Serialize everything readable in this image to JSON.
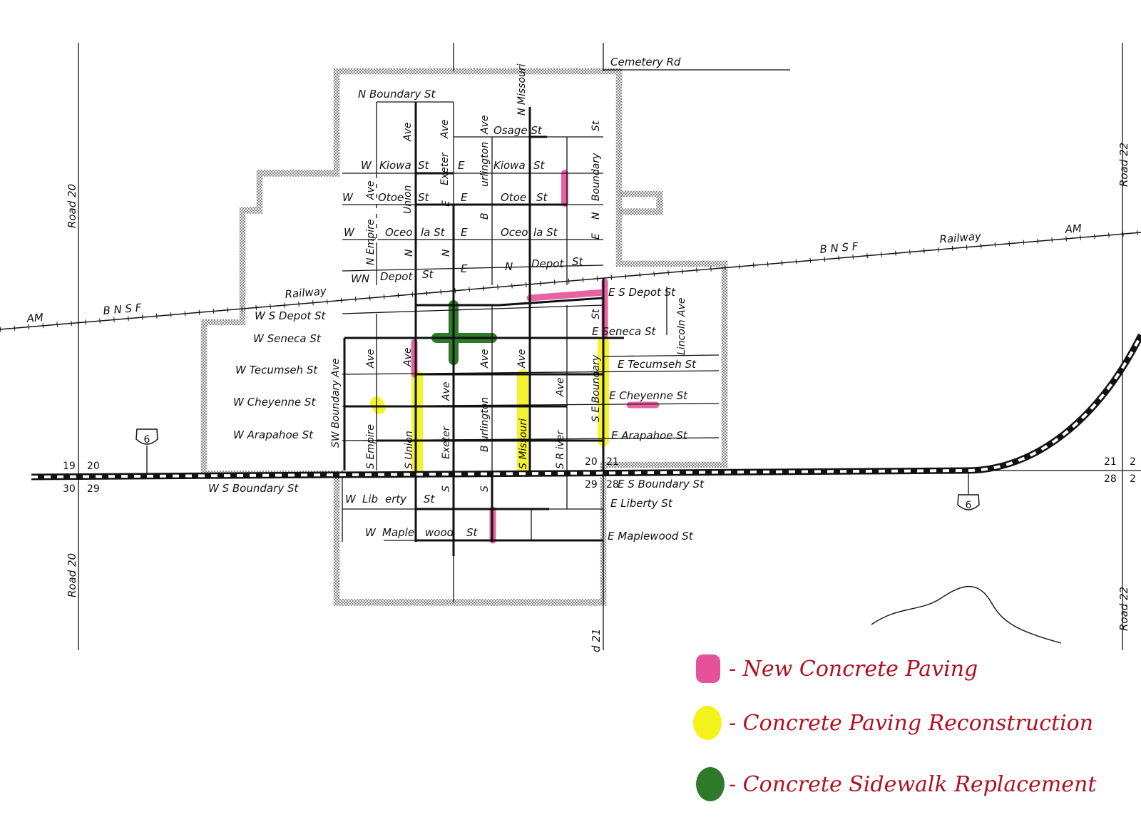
{
  "streets": {
    "cemetery": "Cemetery Rd",
    "n_boundary": "N  Boundary  St",
    "osage": "Osage  St",
    "w_kiowa_w": "W",
    "kiowa_1": "Kiowa",
    "kiowa_st1": "St",
    "kiowa_e": "E",
    "kiowa_2": "Kiowa",
    "kiowa_st2": "St",
    "otoe_w": "W",
    "otoe_1": "Otoe",
    "otoe_st1": "St",
    "otoe_e": "E",
    "otoe_2": "Otoe",
    "otoe_st2": "St",
    "oceola_w": "W",
    "oceola_1": "Oceo",
    "oceola_2": "la St",
    "oceola_e": "E",
    "oceola_3": "Oceo",
    "oceola_4": "la St",
    "depot_wn": "WN",
    "depot_1": "Depot",
    "depot_st1": "St",
    "depot_e": "E",
    "depot_n": "N",
    "depot_2": "Depot",
    "depot_st2": "St",
    "ws_depot": "W  S   Depot St",
    "w_seneca": "W  Seneca  St",
    "w_tecumseh": "W  Tecumseh  St",
    "w_cheyenne": "W  Cheyenne  St",
    "w_arapahoe": "W  Arapahoe  St",
    "es_depot": "E  S    Depot St",
    "e_seneca": "E  Seneca  St",
    "e_tecumseh": "E Tecumseh  St",
    "e_cheyenne": "E  Cheyenne  St",
    "e_arapahoe": "E   Arapahoe  St",
    "ws_boundary": "W  S  Boundary  St",
    "es_boundary": "E  S  Boundary  St",
    "w_liberty_w": "W",
    "w_liberty_1": "Lib",
    "w_liberty_2": "erty",
    "w_liberty_st": "St",
    "e_liberty": "E  Liberty  St",
    "w_maplewood_w": "W",
    "w_maplewood_1": "Maple",
    "w_maplewood_2": "wood",
    "w_maplewood_st": "St",
    "e_maplewood": "E  Maplewood  St",
    "lincoln_ave": "Lincoln Ave",
    "road20_top": "Road 20",
    "road20_bot": "Road 20",
    "road22_top": "Road 22",
    "road22_bot": "Road 22",
    "road21_bot": "d 21",
    "v_ave1": "Ave",
    "v_ave2": "Ave",
    "v_ave3": "Ave",
    "v_union": "Union",
    "v_exeter": "Exeter",
    "v_burlington": "urlington",
    "v_n_missouri": "N  Missouri",
    "v_boundary_ne": "Boundary",
    "v_st_ne": "St",
    "v_n_empire": "N  Empire",
    "v_ave_w": "Ave",
    "v_n1": "N",
    "v_n2": "N",
    "v_e_ne": "E",
    "v_n_ne": "N",
    "v_b_ne": "B",
    "v_e2": "E",
    "v_sw_boundary": "SW  Boundary  Ave",
    "v_s_empire": "S  Empire",
    "v_ave_s1": "Ave",
    "v_ave_s2": "Ave",
    "v_s_union": "S   Union",
    "v_exeter_s": "Exeter",
    "v_ave_s3": "Ave",
    "v_burlington_s": "B   urlington",
    "v_ave_s4": "Ave",
    "v_missouri_s": "S  Missouri",
    "v_ave_s5": "Ave",
    "v_river": "S  R  iver",
    "v_ave_s6": "Ave",
    "v_se_boundary": "S  E  Boundary",
    "v_st_s": "St",
    "v_s1": "S",
    "v_s2": "S"
  },
  "railway": {
    "left_am": "AM",
    "left_bnsf": "B   N   S   F",
    "left_rail": "Railway",
    "right_bnsf": "B    N    S    F",
    "right_rail": "Railway",
    "right_am": "AM"
  },
  "highway": {
    "shield": "6",
    "shield2": "6"
  },
  "sections": {
    "s19": "19",
    "s20": "20",
    "s30": "30",
    "s29": "29",
    "s20b": "20",
    "s21": "21",
    "s29b": "29",
    "s28": "28",
    "s21r": "21",
    "s2a": "2",
    "s28r": "28",
    "s2b": "2"
  },
  "legend": {
    "new_paving": "- New Concrete Paving",
    "reconstruction": "- Concrete Paving Reconstruction",
    "sidewalk": "- Concrete Sidewalk Replacement"
  },
  "colors": {
    "new_paving": "#e5529a",
    "reconstruction": "#f3f21a",
    "sidewalk": "#2f7a2a",
    "legend_text": "#b01020"
  }
}
